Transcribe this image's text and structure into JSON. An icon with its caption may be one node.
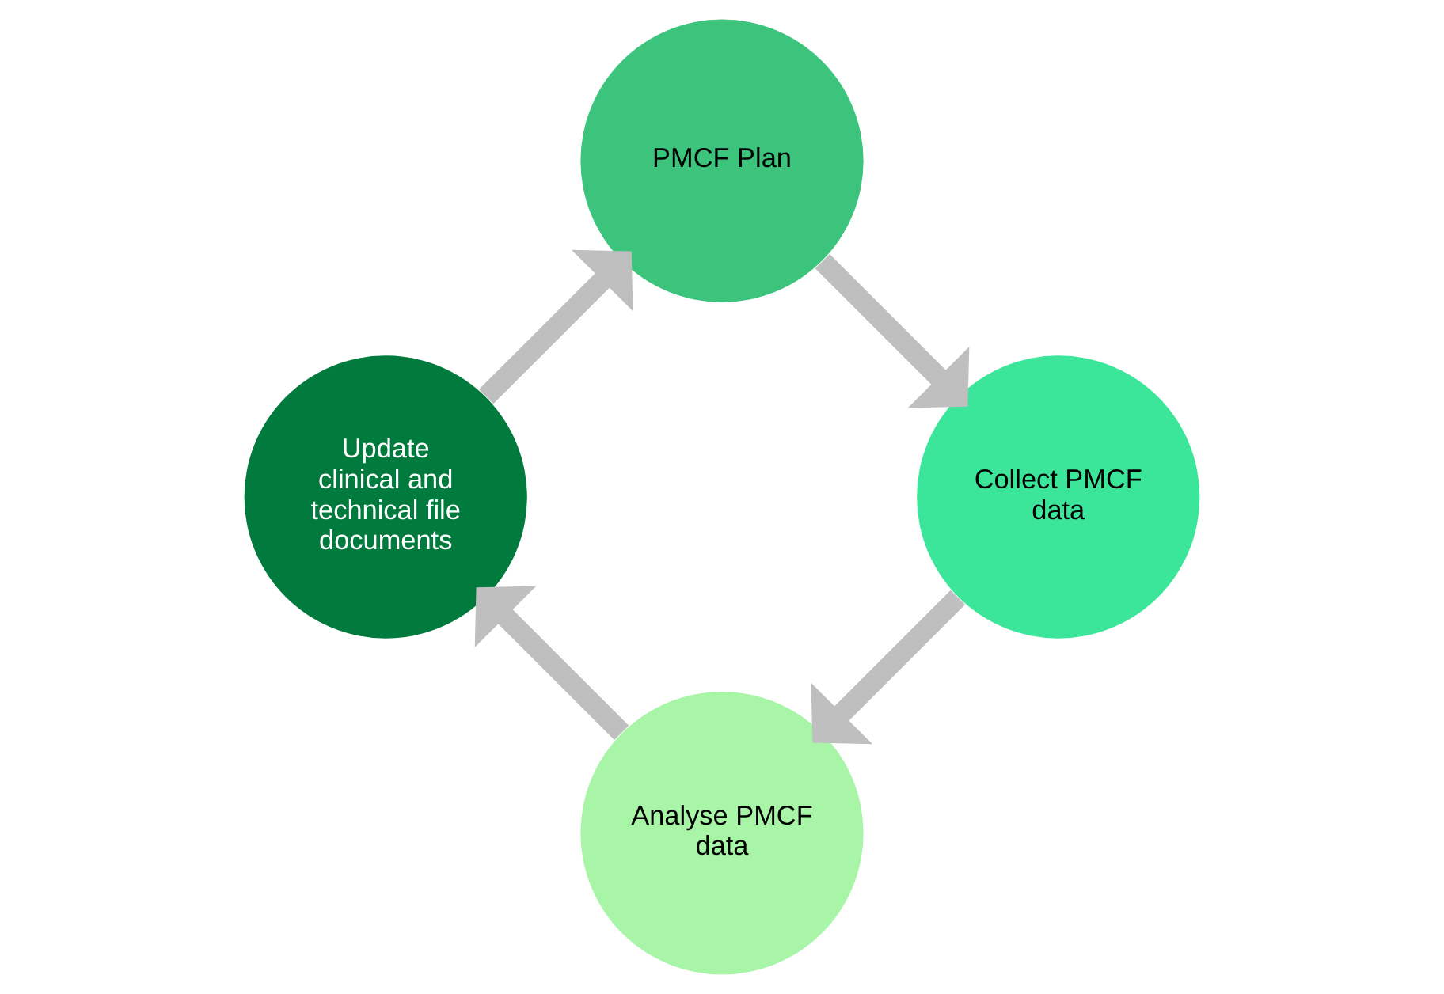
{
  "diagram": {
    "nodes": [
      {
        "text": [
          "PMCF Plan"
        ]
      },
      {
        "text": [
          "Collect PMCF data"
        ]
      },
      {
        "text": [
          "Analyse PMCF data"
        ]
      },
      {
        "text": [
          "Update clinical and technical file documents"
        ]
      }
    ],
    "edges": [
      {
        "from": 0,
        "to": 1,
        "arrow": "to"
      },
      {
        "from": 1,
        "to": 2,
        "arrow": "to"
      },
      {
        "from": 2,
        "to": 3,
        "arrow": "to"
      },
      {
        "from": 3,
        "to": 0,
        "arrow": "to"
      }
    ]
  }
}
